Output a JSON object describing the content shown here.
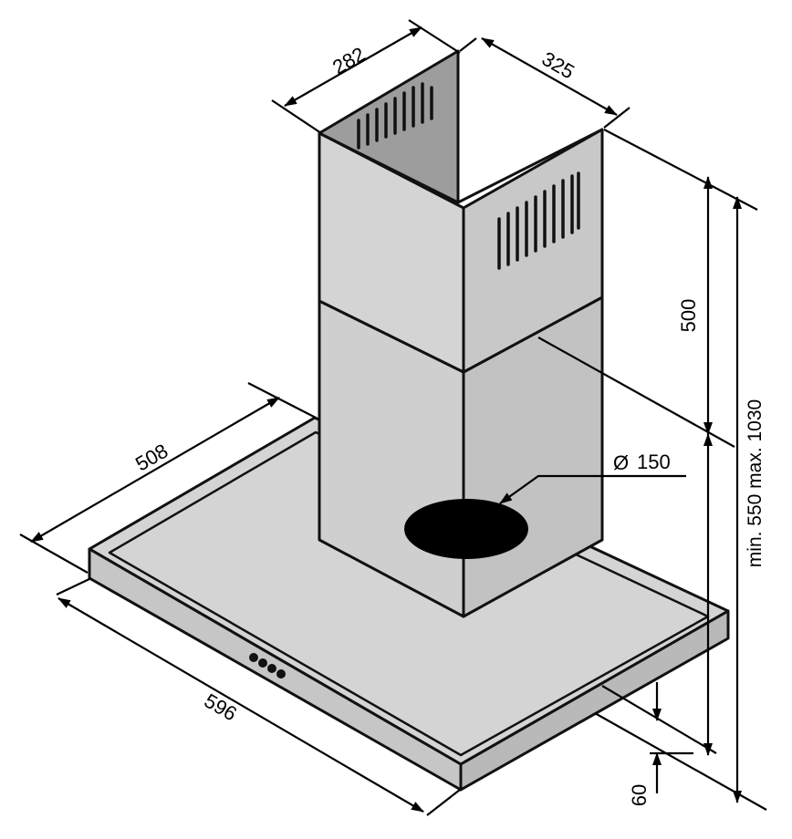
{
  "diagram": {
    "colors": {
      "outline": "#111111",
      "steel_light": "#d2d2d2",
      "steel_mid": "#c4c4c4",
      "steel_dark": "#9f9f9f",
      "hole": "#000000",
      "background": "#ffffff"
    },
    "dimensions": {
      "chimney_depth": "282",
      "chimney_width": "325",
      "upper_chimney_height": "500",
      "total_height": "min. 550 max. 1030",
      "canopy_depth": "508",
      "canopy_width": "596",
      "canopy_thickness": "60",
      "outlet_diameter_symbol": "Ø",
      "outlet_diameter": "150"
    },
    "controls": {
      "button_count": 4
    }
  }
}
